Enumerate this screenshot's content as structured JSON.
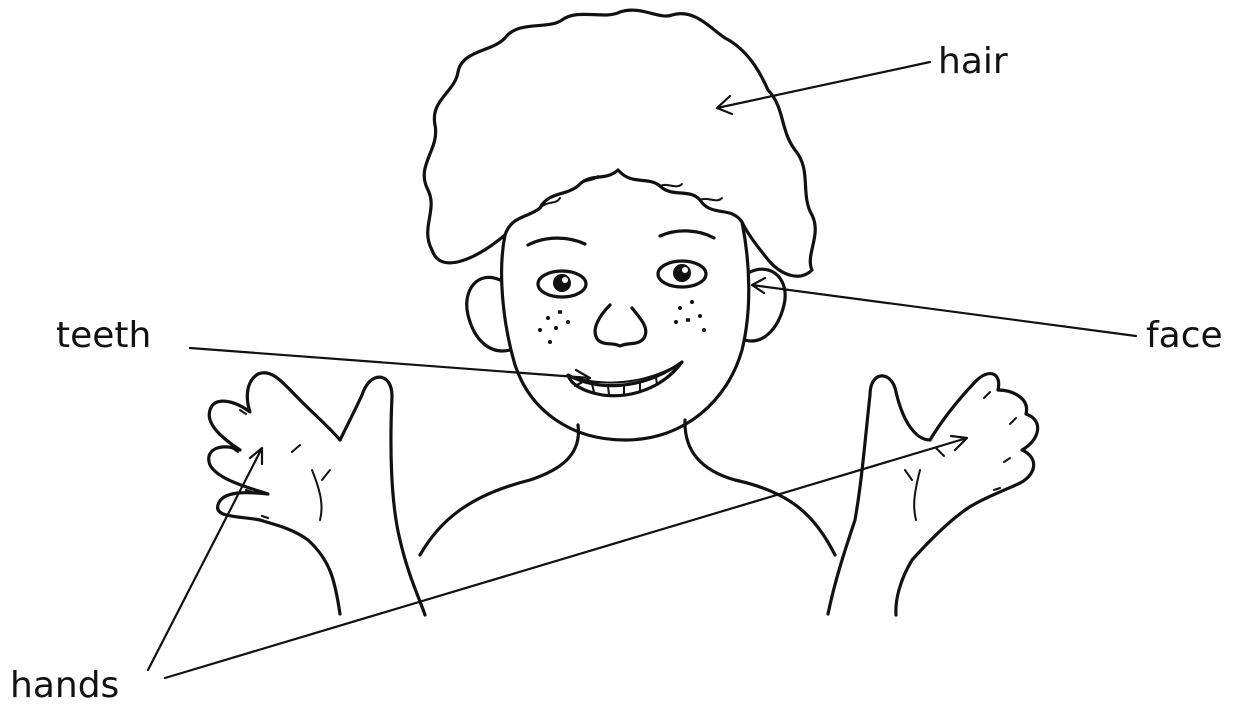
{
  "labels": {
    "hair": "hair",
    "face": "face",
    "teeth": "teeth",
    "hands": "hands"
  },
  "colors": {
    "ink": "#111111",
    "background": "#ffffff"
  }
}
